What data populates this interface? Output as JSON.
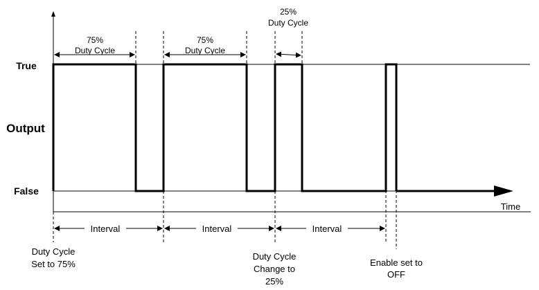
{
  "axes": {
    "true_label": "True",
    "false_label": "False",
    "y_title": "Output",
    "x_title": "Time"
  },
  "duty_cycle_labels": [
    {
      "pct": "75%",
      "text": "Duty Cycle"
    },
    {
      "pct": "75%",
      "text": "Duty Cycle"
    },
    {
      "pct": "25%",
      "text": "Duty Cycle"
    }
  ],
  "interval_labels": [
    "Interval",
    "Interval",
    "Interval"
  ],
  "events": [
    {
      "line1": "Duty Cycle",
      "line2": "Set to 75%",
      "line3": ""
    },
    {
      "line1": "Duty Cycle",
      "line2": "Change to",
      "line3": "25%"
    },
    {
      "line1": "Enable set to",
      "line2": "OFF",
      "line3": ""
    }
  ],
  "signal": {
    "levels": [
      "False",
      "True",
      "False",
      "True",
      "False",
      "True",
      "False",
      "True",
      "False"
    ],
    "transitions": [
      "t0",
      "t1",
      "t2",
      "t3",
      "t4",
      "t5",
      "t6",
      "t7"
    ]
  }
}
